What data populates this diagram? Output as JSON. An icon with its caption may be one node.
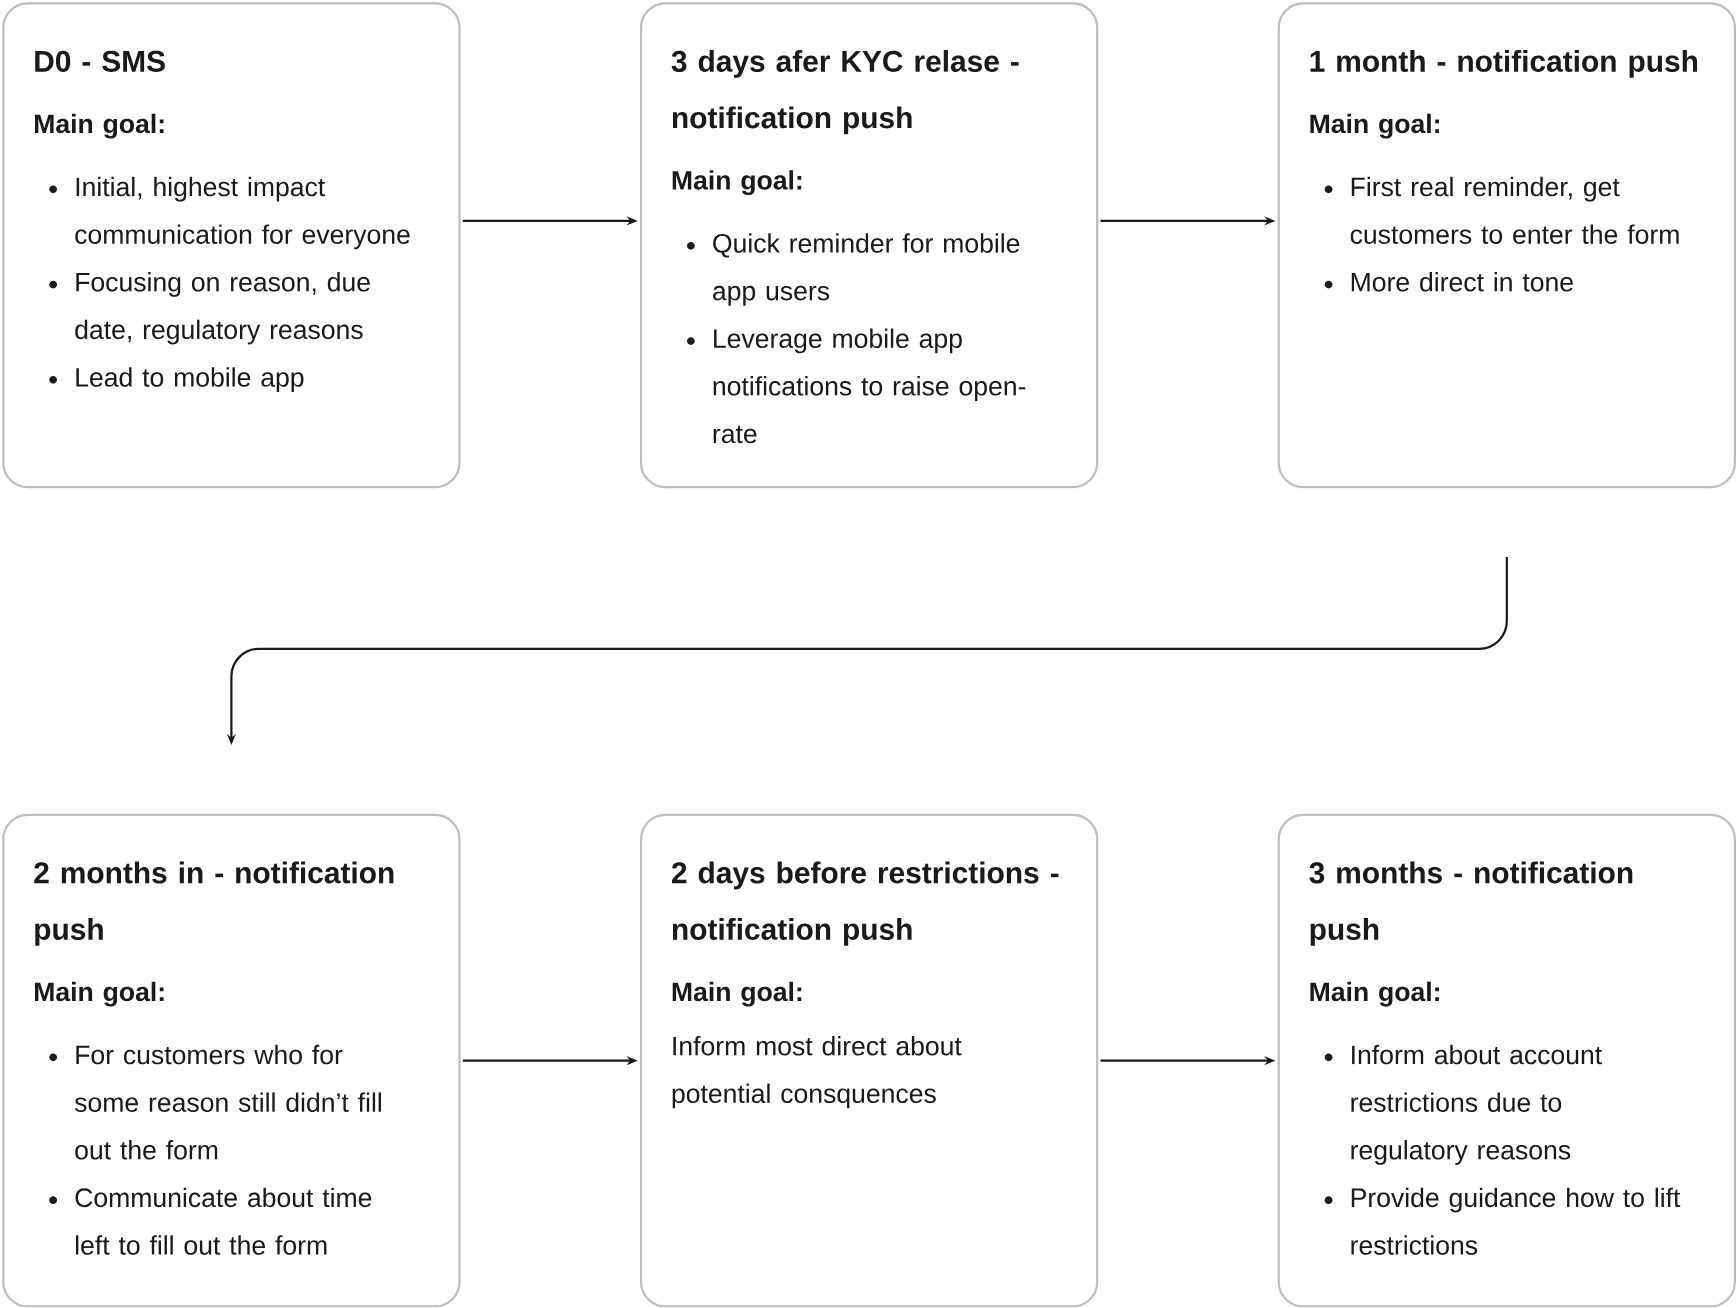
{
  "diagram": {
    "nodes": [
      {
        "text": [
          "D0 - SMS",
          "Main goal:",
          "Initial, highest impact communication for everyone",
          "Focusing on reason, due date, regulatory reasons",
          "Lead to mobile app"
        ]
      },
      {
        "text": [
          "3 days afer KYC relase - notification push",
          "Main goal:",
          "Quick reminder for mobile app users",
          "Leverage mobile app notifications to raise open-rate"
        ]
      },
      {
        "text": [
          "1 month - notification push",
          "Main goal:",
          "First real reminder, get customers to enter the form",
          "More direct in tone"
        ]
      },
      {
        "text": [
          "2 months in - notification push",
          "Main goal:",
          "For customers who for some reason still didn’t fill out the form",
          "Communicate about time left to fill out the form"
        ]
      },
      {
        "text": [
          "2 days before restrictions - notification push",
          "Main goal:",
          "Inform most direct about potential consquences"
        ]
      },
      {
        "text": [
          "3 months - notification push",
          "Main goal:",
          "Inform about account restrictions due to regulatory reasons",
          "Provide guidance how to lift restrictions"
        ]
      }
    ],
    "edges": [
      {
        "from": 0,
        "to": 1,
        "arrow": "to"
      },
      {
        "from": 1,
        "to": 2,
        "arrow": "to"
      },
      {
        "from": 2,
        "to": 3,
        "arrow": "to"
      },
      {
        "from": 3,
        "to": 4,
        "arrow": "to"
      },
      {
        "from": 4,
        "to": 5,
        "arrow": "to"
      }
    ]
  }
}
